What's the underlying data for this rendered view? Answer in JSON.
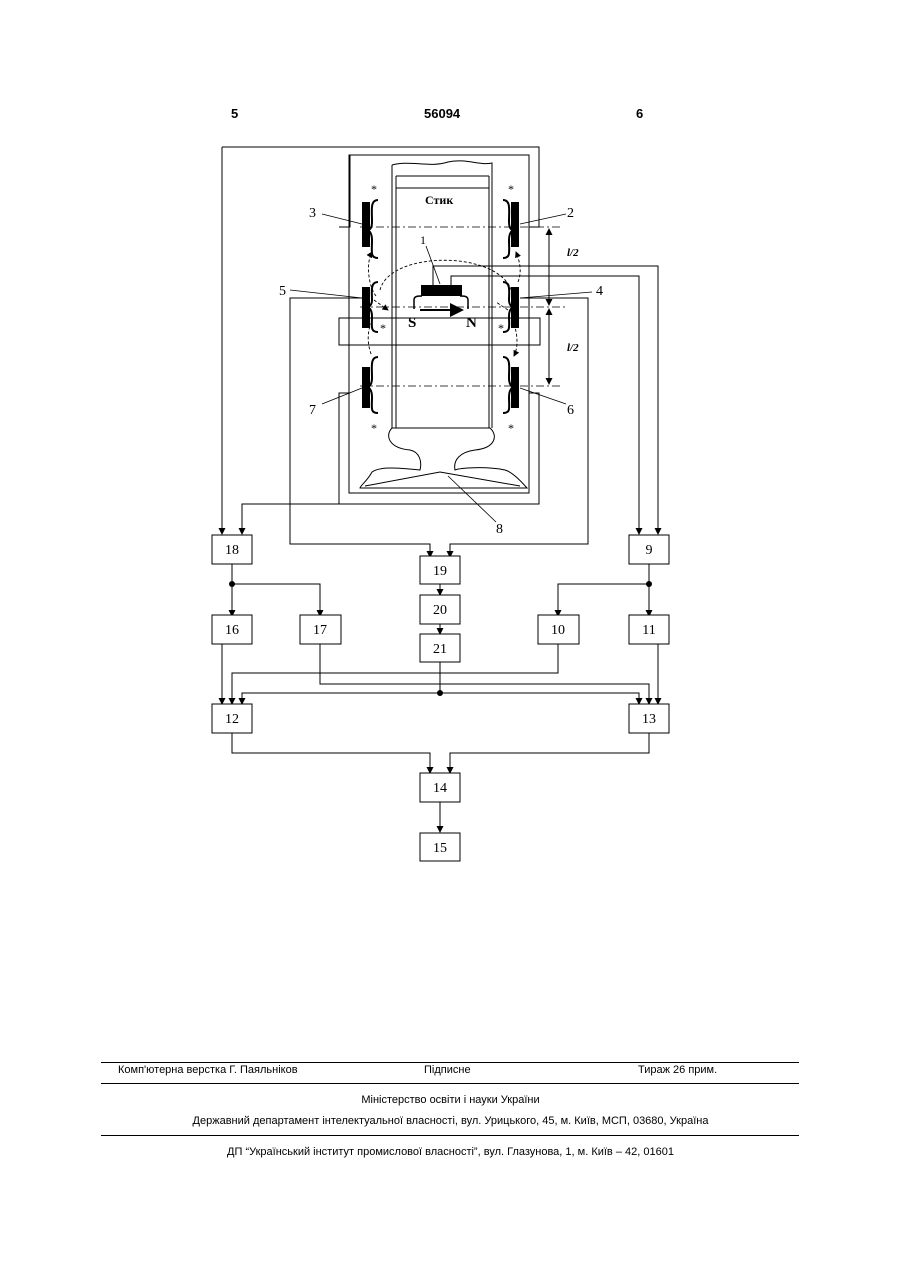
{
  "header": {
    "left_page": "5",
    "patent_number": "56094",
    "right_page": "6"
  },
  "figure": {
    "stik_label": "Стик",
    "half_length_label": "l/2",
    "magnet": {
      "south": "S",
      "north": "N"
    },
    "asterisk": "*",
    "part_labels": [
      "1",
      "2",
      "3",
      "4",
      "5",
      "6",
      "7",
      "8"
    ],
    "blocks": [
      "9",
      "10",
      "11",
      "12",
      "13",
      "14",
      "15",
      "16",
      "17",
      "18",
      "19",
      "20",
      "21"
    ]
  },
  "footer": {
    "layout": "Комп'ютерна верстка Г. Паяльніков",
    "signed": "Підписне",
    "print_run": "Тираж 26 прим.",
    "ministry": "Міністерство освіти і науки України",
    "department": "Державний департамент інтелектуальної власності, вул. Урицького, 45, м. Київ, МСП, 03680, Україна",
    "institute": "ДП “Український інститут промислової власності”, вул. Глазунова, 1, м. Київ – 42, 01601"
  }
}
